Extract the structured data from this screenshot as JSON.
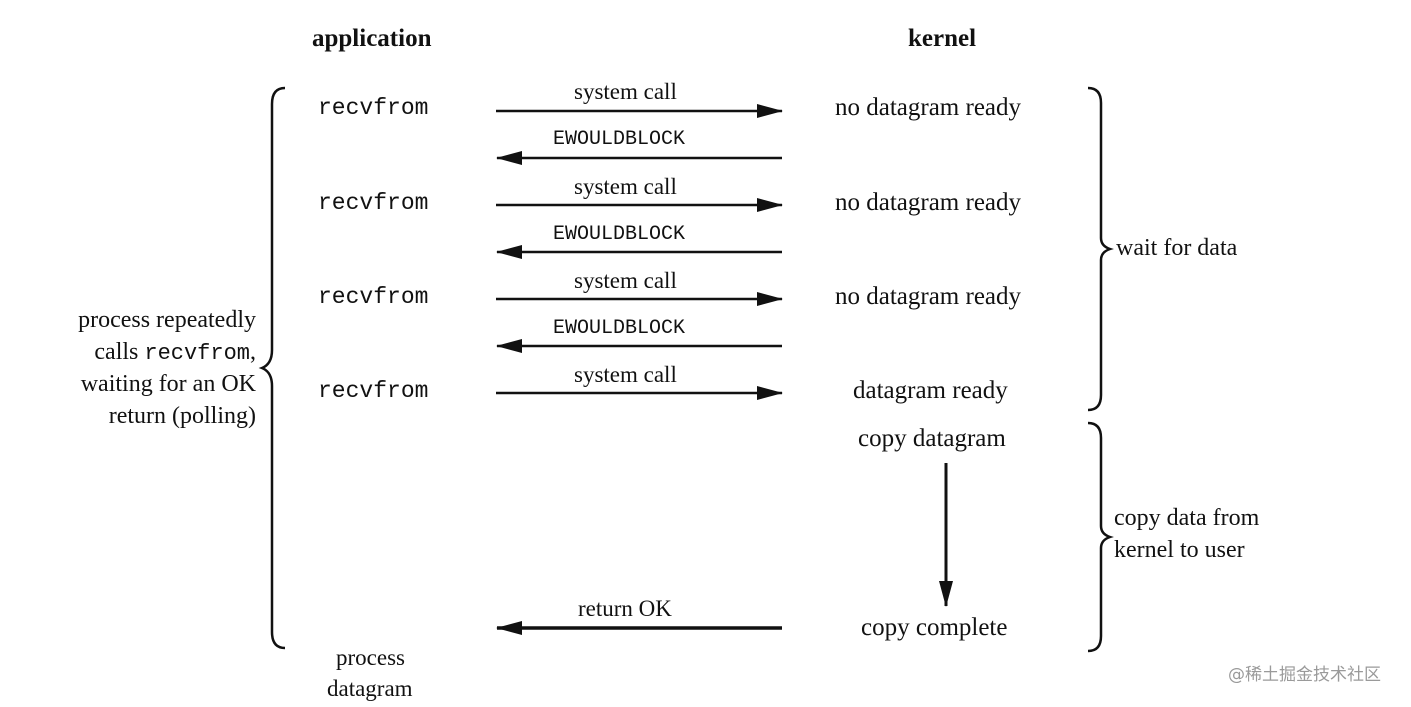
{
  "headers": {
    "application": "application",
    "kernel": "kernel"
  },
  "steps": [
    {
      "app_call": "recvfrom",
      "request_label": "system call",
      "kernel_state": "no datagram ready",
      "reply_label": "EWOULDBLOCK"
    },
    {
      "app_call": "recvfrom",
      "request_label": "system call",
      "kernel_state": "no datagram ready",
      "reply_label": "EWOULDBLOCK"
    },
    {
      "app_call": "recvfrom",
      "request_label": "system call",
      "kernel_state": "no datagram ready",
      "reply_label": "EWOULDBLOCK"
    },
    {
      "app_call": "recvfrom",
      "request_label": "system call",
      "kernel_state": "datagram ready"
    }
  ],
  "kernel_copy": {
    "start": "copy datagram",
    "end": "copy complete"
  },
  "final_reply_label": "return OK",
  "app_final": {
    "line1": "process",
    "line2": "datagram"
  },
  "left_annotation": {
    "line1": "process repeatedly",
    "line2_prefix": "calls ",
    "line2_code": "recvfrom",
    "line2_suffix": ",",
    "line3": "waiting for an OK",
    "line4": "return (polling)"
  },
  "right_annotations": {
    "wait": "wait for data",
    "copy_line1": "copy data from",
    "copy_line2": "kernel to user"
  },
  "watermark": "@稀土掘金技术社区"
}
